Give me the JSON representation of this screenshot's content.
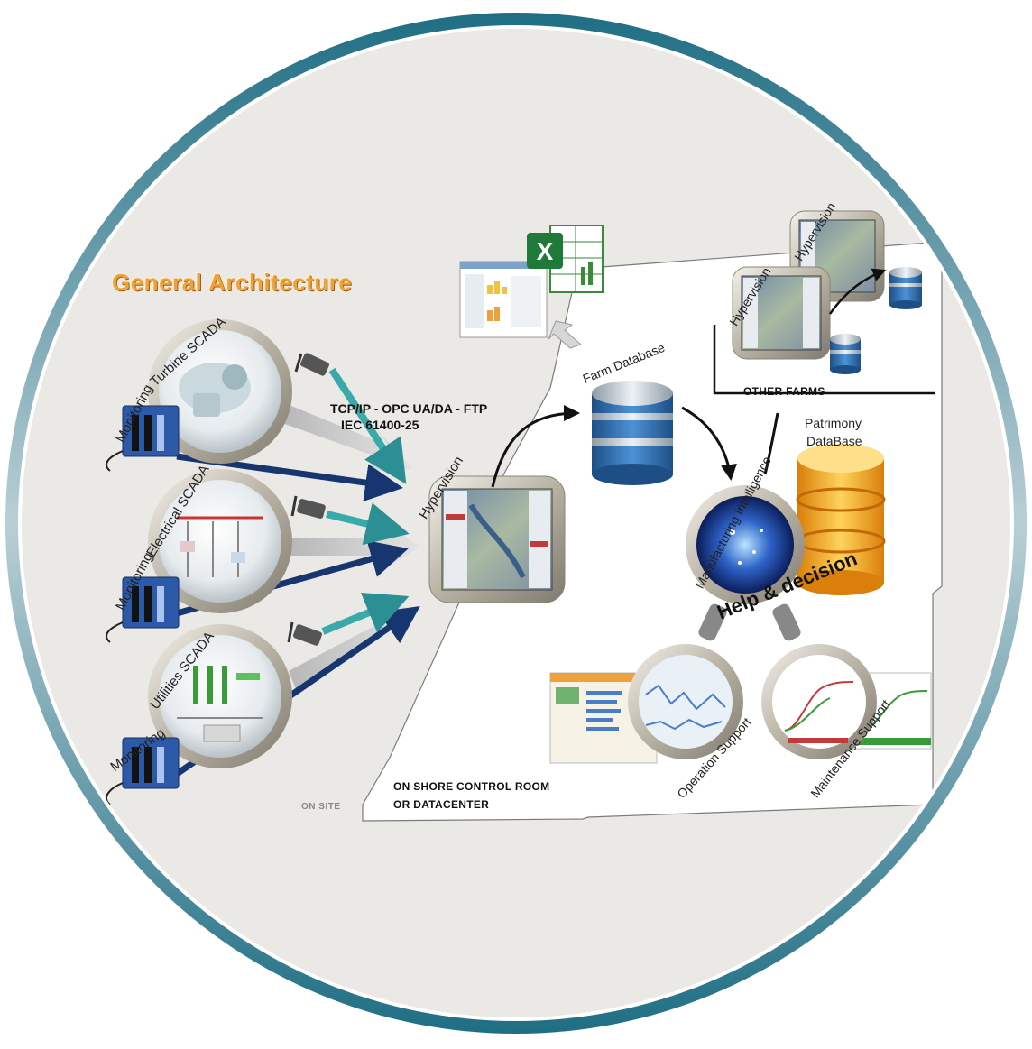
{
  "title": "General Architecture",
  "protocols": {
    "line1": "TCP/IP - OPC UA/DA - FTP",
    "line2": "IEC 61400-25"
  },
  "sources": [
    {
      "scada": "Turbine SCADA",
      "monitoring": "Monitoring"
    },
    {
      "scada": "Electrical SCADA",
      "monitoring": "Monitoring"
    },
    {
      "scada": "Utilities SCADA",
      "monitoring": "Monitoring"
    }
  ],
  "hypervision": "Hypervision",
  "farm_database": "Farm Database",
  "other_farms": {
    "label": "Other Farms",
    "hyper1": "Hypervision",
    "hyper2": "Hypervision"
  },
  "patrimony": {
    "line1": "Patrimony",
    "line2": "DataBase"
  },
  "manufacturing_intelligence": "Manufacturing Intelligence",
  "help_decision": "Help & decision",
  "operation_support": "Operation Support",
  "maintenance_support": "Maintenance Support",
  "control_room": {
    "line1": "On Shore Control room",
    "line2": "or DataCenter"
  },
  "on_site": "On Site",
  "colors": {
    "ring": "#2f7f95",
    "background": "#ebe9e6",
    "title": "#f0a23a",
    "arrow_dark": "#17356f",
    "arrow_teal": "#3aa9a9",
    "database_blue": "#2f6da8",
    "database_gold": "#f2a51e"
  }
}
